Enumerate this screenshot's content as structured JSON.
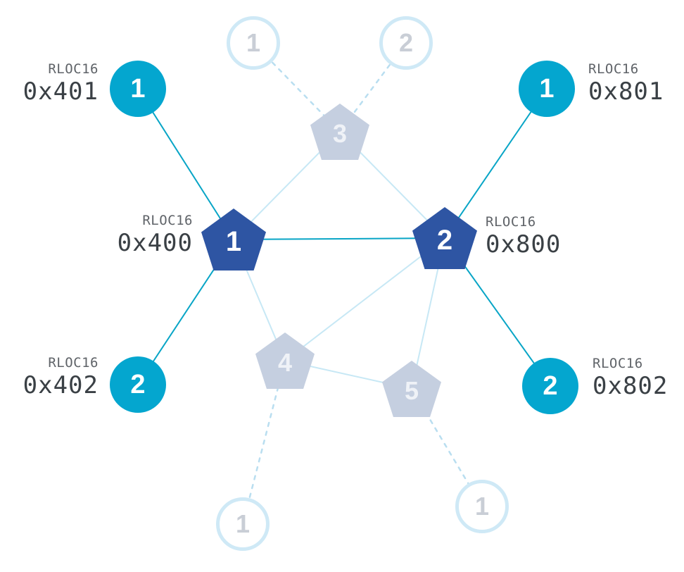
{
  "diagram": {
    "name": "thread-network-topology",
    "colors": {
      "router_active": "#2e55a3",
      "router_faded": "#c5cfe0",
      "end_device_active": "#04a6cf",
      "end_device_faded_border": "#cfe9f6",
      "edge_teal": "#08a5c6",
      "edge_light": "#c7e8f5",
      "edge_dashed": "#b9def0",
      "label_tag": "#5f6368",
      "label_hex": "#3a4045"
    },
    "nodes": {
      "router1": {
        "label": "1",
        "rloc_label": "RLOC16",
        "rloc": "0x400"
      },
      "router2": {
        "label": "2",
        "rloc_label": "RLOC16",
        "rloc": "0x800"
      },
      "router3": {
        "label": "3"
      },
      "router4": {
        "label": "4"
      },
      "router5": {
        "label": "5"
      },
      "child401": {
        "label": "1",
        "rloc_label": "RLOC16",
        "rloc": "0x401"
      },
      "child402": {
        "label": "2",
        "rloc_label": "RLOC16",
        "rloc": "0x402"
      },
      "child801": {
        "label": "1",
        "rloc_label": "RLOC16",
        "rloc": "0x801"
      },
      "child802": {
        "label": "2",
        "rloc_label": "RLOC16",
        "rloc": "0x802"
      },
      "fadedTop1": {
        "label": "1"
      },
      "fadedTop2": {
        "label": "2"
      },
      "fadedBottomLeft": {
        "label": "1"
      },
      "fadedBottomRight": {
        "label": "1"
      }
    }
  }
}
